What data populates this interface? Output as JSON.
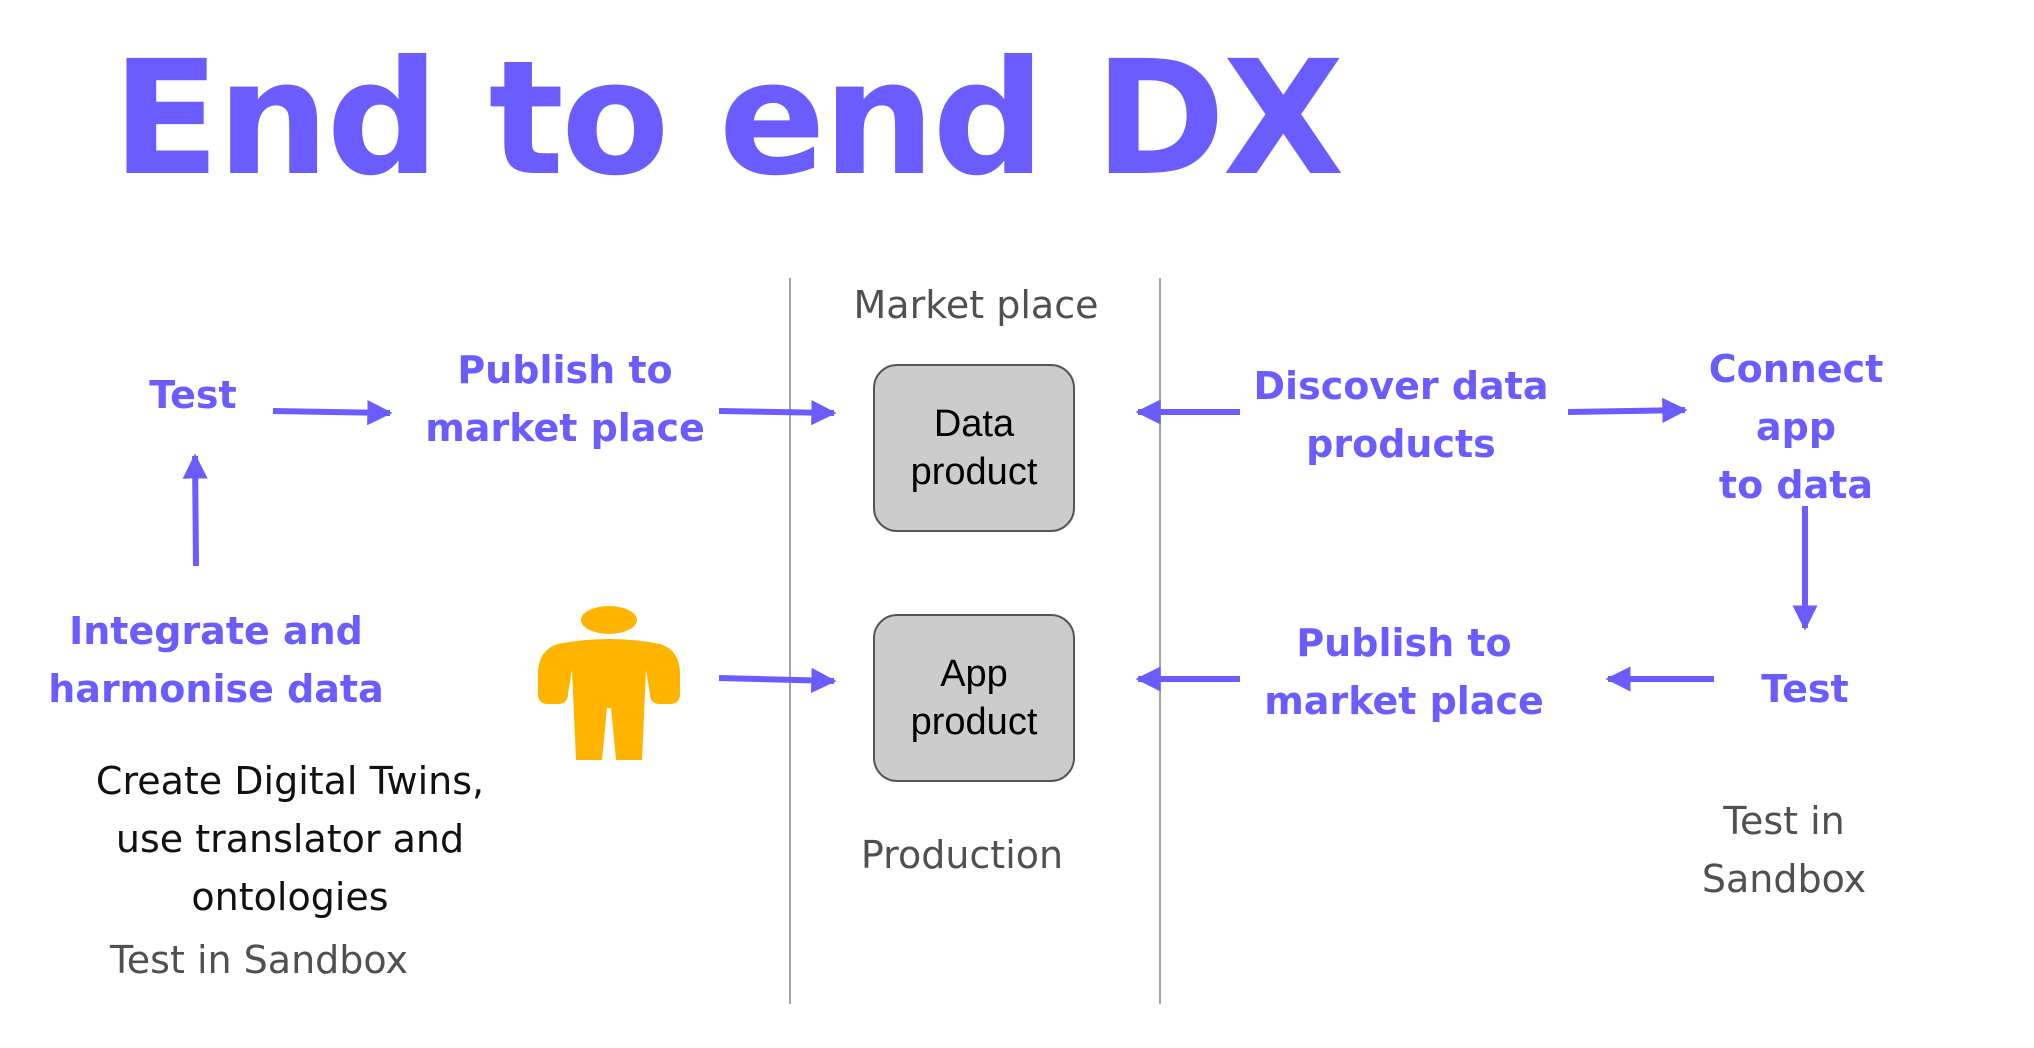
{
  "title": "End to end DX",
  "colors": {
    "accent": "#6b5cff",
    "box_fill": "#cccccc",
    "person": "#ffb400"
  },
  "left": {
    "test": "Test",
    "publish": "Publish to\nmarket place",
    "integrate": "Integrate and\nharmonise data",
    "create_note": "Create Digital Twins,\nuse translator and\nontologies",
    "sandbox_note": "Test in Sandbox"
  },
  "center": {
    "marketplace_label": "Market place",
    "data_product": "Data\nproduct",
    "app_product": "App\nproduct",
    "production_label": "Production",
    "person_icon": "person-icon"
  },
  "right": {
    "discover": "Discover data\nproducts",
    "connect": "Connect app\nto data",
    "test": "Test",
    "publish": "Publish to\nmarket place",
    "sandbox_note": "Test in Sandbox"
  }
}
